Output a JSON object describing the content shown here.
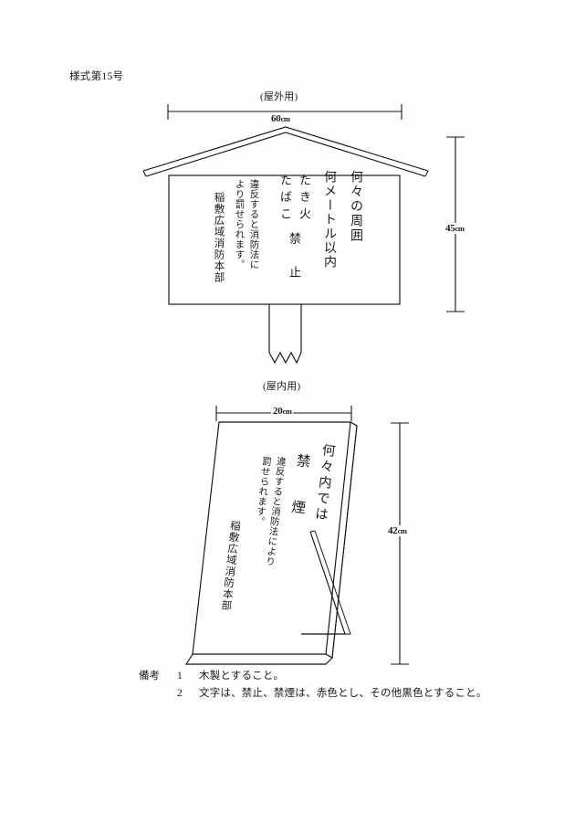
{
  "document": {
    "form_number": "様式第15号"
  },
  "sections": {
    "outdoor": {
      "caption": "(屋外用)",
      "dimensions": {
        "width_value": "60",
        "width_unit": "cm",
        "height_value": "45",
        "height_unit": "cm"
      },
      "sign_text_columns": [
        "何々の周囲",
        "何メートル以内",
        "たき火　禁　止",
        "たばこ",
        "違反すると消防法に",
        "より罰せられます。",
        "稲敷広域消防本部"
      ],
      "sign_text_detail": {
        "col1": "何々の周囲",
        "col2": "何メートル以内",
        "col3_takibi": "たき火",
        "col3_tabako": "たばこ",
        "col3_kinshi": "禁　止",
        "col4": "違反すると消防法に",
        "col5": "より罰せられます。",
        "col6": "稲敷広域消防本部"
      }
    },
    "indoor": {
      "caption": "(屋内用)",
      "dimensions": {
        "width_value": "20",
        "width_unit": "cm",
        "height_value": "42",
        "height_unit": "cm"
      },
      "sign_text_detail": {
        "col1": "何々内では",
        "col2": "禁　煙",
        "col3": "違反すると消防法により",
        "col4": "罰せられます。",
        "col5": "稲敷広域消防本部"
      }
    }
  },
  "remarks": {
    "heading": "備考",
    "items": [
      {
        "number": "1",
        "text": "木製とすること。"
      },
      {
        "number": "2",
        "text": "文字は、禁止、禁煙は、赤色とし、その他黒色とすること。"
      }
    ]
  },
  "colors": {
    "ink": "#111111",
    "paper": "#fefefe"
  }
}
